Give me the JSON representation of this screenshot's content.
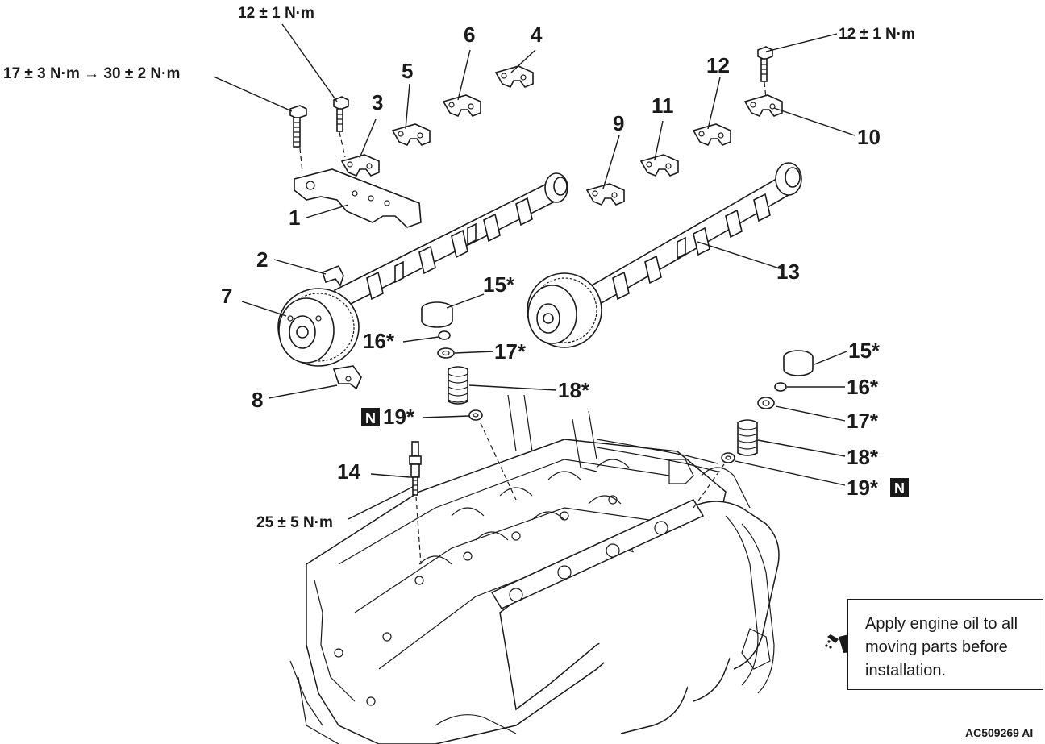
{
  "labels": {
    "p1": "1",
    "p2": "2",
    "p3": "3",
    "p4": "4",
    "p5": "5",
    "p6": "6",
    "p7": "7",
    "p8": "8",
    "p9": "9",
    "p10": "10",
    "p11": "11",
    "p12": "12",
    "p13": "13",
    "p14": "14",
    "p15a": "15*",
    "p16a": "16*",
    "p17a": "17*",
    "p18a": "18*",
    "p19a": "19*",
    "p15b": "15*",
    "p16b": "16*",
    "p17b": "17*",
    "p18b": "18*",
    "p19b": "19*"
  },
  "torques": {
    "t1": "12 ± 1 N·m",
    "t2": "17 ± 3 N·m → 30 ± 2 N·m",
    "t3": "12 ± 1 N·m",
    "t4": "25 ± 5 N·m"
  },
  "new_part_mark": "N",
  "note": {
    "text": "Apply engine oil to all moving parts before installation.",
    "icon": "oil-can-icon"
  },
  "figure_id": "AC509269 AI"
}
